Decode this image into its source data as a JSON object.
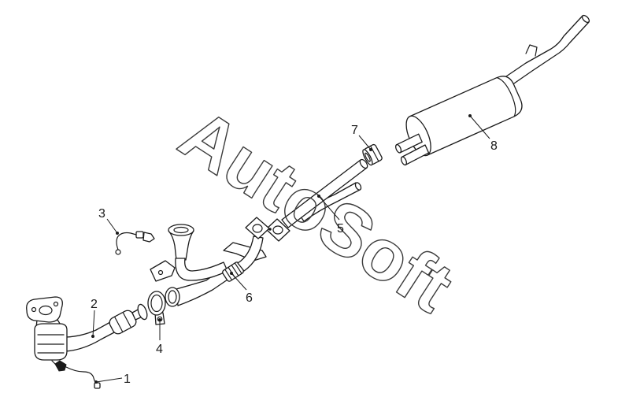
{
  "watermark": {
    "text": "AutoSoft"
  },
  "callouts": [
    "1",
    "2",
    "3",
    "4",
    "5",
    "6",
    "7",
    "8"
  ],
  "colors": {
    "line": "#1a1a1a",
    "watermark": "#3a3a3a",
    "background": "#ffffff"
  }
}
